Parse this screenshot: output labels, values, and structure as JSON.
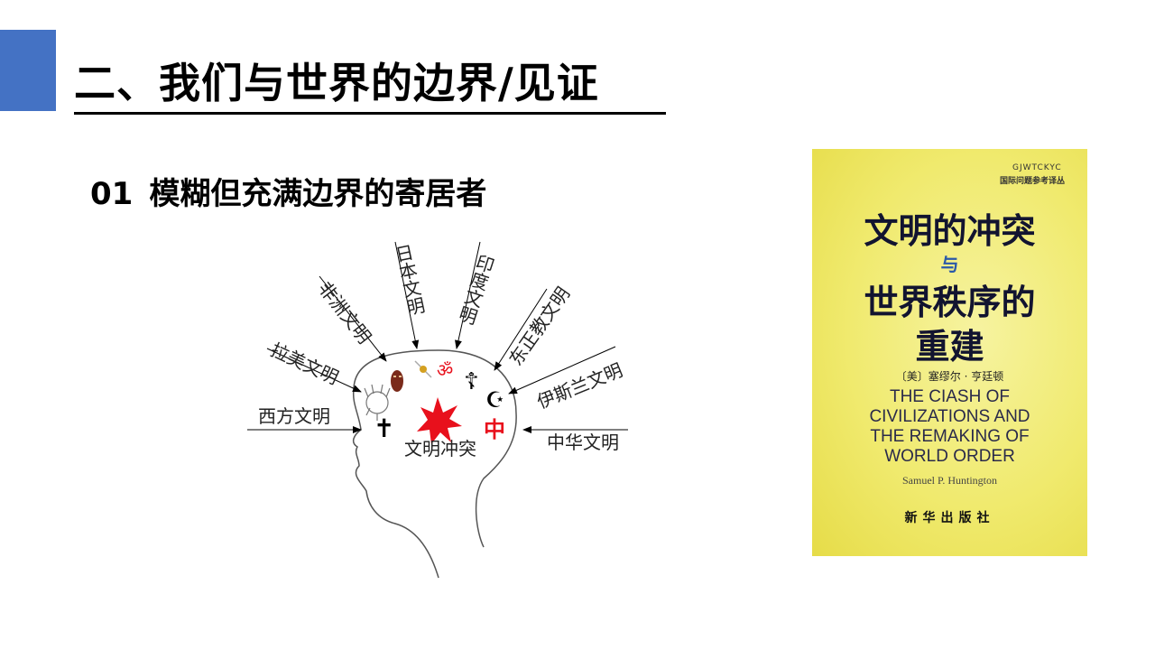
{
  "slide": {
    "title": "二、我们与世界的边界/见证",
    "subtitle_number": "01",
    "subtitle_text": "模糊但充满边界的寄居者"
  },
  "diagram": {
    "center_label": "文明冲突",
    "labels": {
      "west": "西方文明",
      "latin": "拉美文明",
      "africa": "非洲文明",
      "japan": "日本文明",
      "india": "印度文明",
      "orthodox": "东正教文明",
      "islam": "伊斯兰文明",
      "china": "中华文明"
    },
    "symbols": {
      "cross": "✝",
      "orthodox_cross": "☦",
      "crescent": "☪",
      "om": "ॐ",
      "zhong": "中"
    }
  },
  "book": {
    "series_en": "GJWTCKYC",
    "series_cn": "国际问题参考译丛",
    "title_line1": "文明的冲突",
    "title_yu": "与",
    "title_line2": "世界秩序的",
    "title_line3": "重建",
    "author_cn": "〔美〕塞缪尔 · 亨廷顿",
    "title_en_1": "THE CIASH OF",
    "title_en_2": "CIVILIZATIONS AND",
    "title_en_3": "THE REMAKING OF",
    "title_en_4": "WORLD ORDER",
    "author_en": "Samuel   P.   Huntington",
    "publisher": "新华出版社"
  },
  "colors": {
    "accent": "#4472c4",
    "book_bg": "#f0ea6e",
    "book_title": "#121430",
    "yu_blue": "#2a59a8",
    "clash_red": "#e8101c"
  }
}
